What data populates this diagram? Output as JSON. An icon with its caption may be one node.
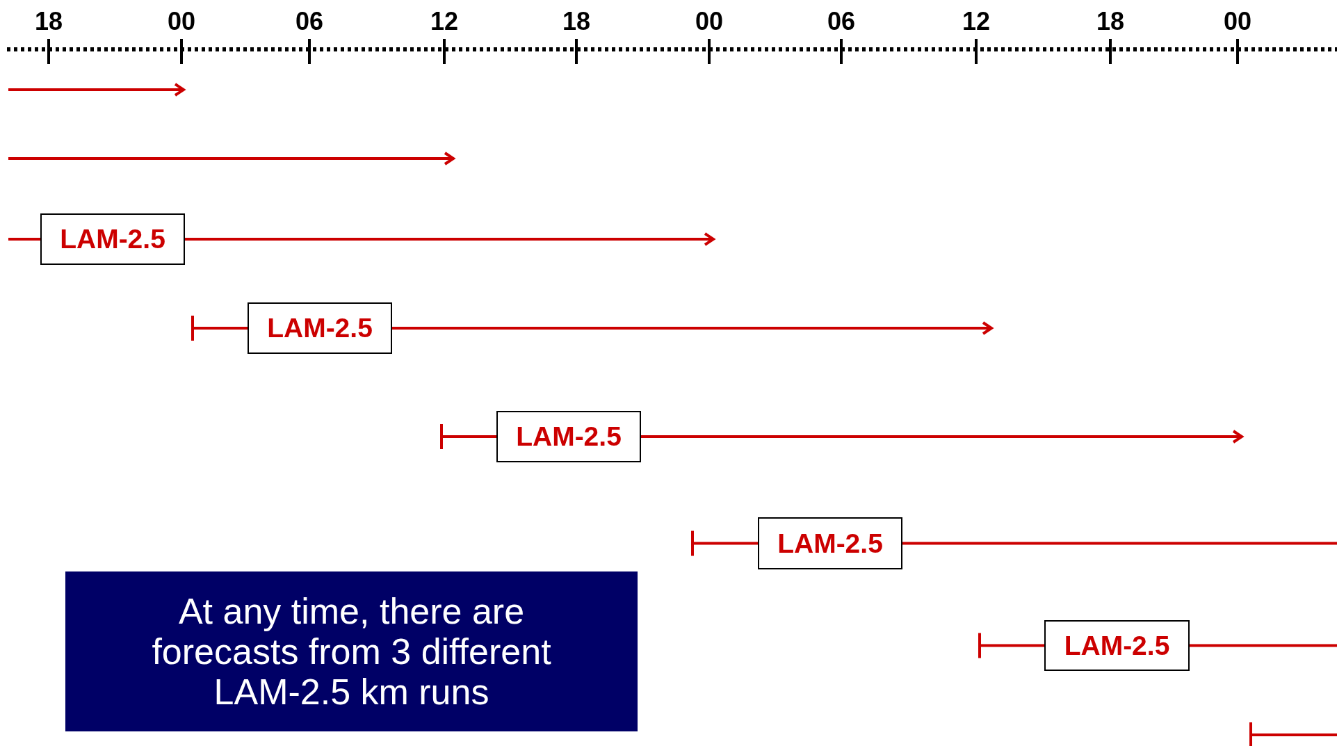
{
  "diagram": {
    "nodes": [
      {
        "text": [
          "LAM-2.5"
        ]
      },
      {
        "text": [
          "LAM-2.5"
        ]
      },
      {
        "text": [
          "LAM-2.5"
        ]
      },
      {
        "text": [
          "LAM-2.5"
        ]
      },
      {
        "text": [
          "LAM-2.5"
        ]
      },
      {
        "text": [
          "At any time, there are forecasts from 3 different LAM-2.5 km runs"
        ]
      }
    ],
    "edges": [
      {
        "from": null,
        "to": 0,
        "arrow": "none"
      },
      {
        "from": 0,
        "to": null,
        "arrow": "to"
      },
      {
        "from": null,
        "to": 1,
        "arrow": "other"
      },
      {
        "from": 1,
        "to": null,
        "arrow": "to"
      },
      {
        "from": null,
        "to": 2,
        "arrow": "other"
      },
      {
        "from": 2,
        "to": null,
        "arrow": "to"
      },
      {
        "from": null,
        "to": 3,
        "arrow": "other"
      },
      {
        "from": 3,
        "to": null,
        "arrow": "none"
      },
      {
        "from": null,
        "to": 4,
        "arrow": "other"
      },
      {
        "from": 4,
        "to": null,
        "arrow": "none"
      }
    ],
    "labels": [
      "18",
      "00",
      "06",
      "12",
      "18",
      "00",
      "06",
      "12",
      "18",
      "00"
    ]
  }
}
